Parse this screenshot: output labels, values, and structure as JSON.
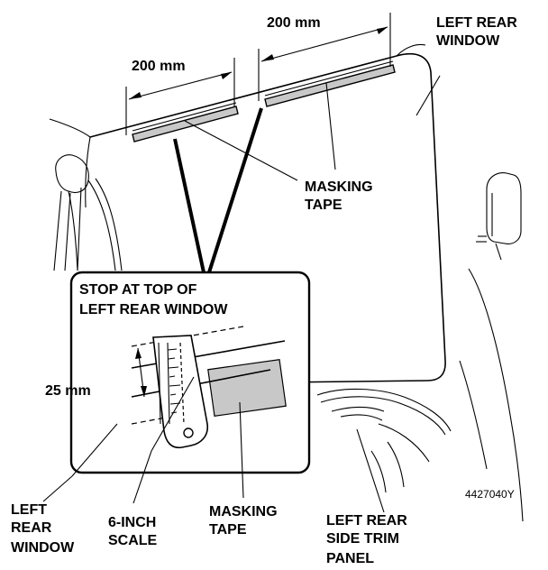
{
  "labels": {
    "dim_right": "200 mm",
    "dim_left": "200 mm",
    "left_rear_window_top": [
      "LEFT REAR",
      "WINDOW"
    ],
    "masking_tape_top": [
      "MASKING",
      "TAPE"
    ],
    "inset_title": [
      "STOP AT TOP OF",
      "LEFT REAR WINDOW"
    ],
    "dim_25": "25 mm",
    "left_rear_window_bottom": [
      "LEFT",
      "REAR",
      "WINDOW"
    ],
    "scale": [
      "6-INCH",
      "SCALE"
    ],
    "masking_tape_bottom": [
      "MASKING",
      "TAPE"
    ],
    "side_trim_panel": [
      "LEFT REAR",
      "SIDE TRIM",
      "PANEL"
    ],
    "figure_code": "4427040Y"
  },
  "colors": {
    "tape_fill": "#c8c8c8",
    "line": "#000000",
    "background": "#ffffff"
  }
}
